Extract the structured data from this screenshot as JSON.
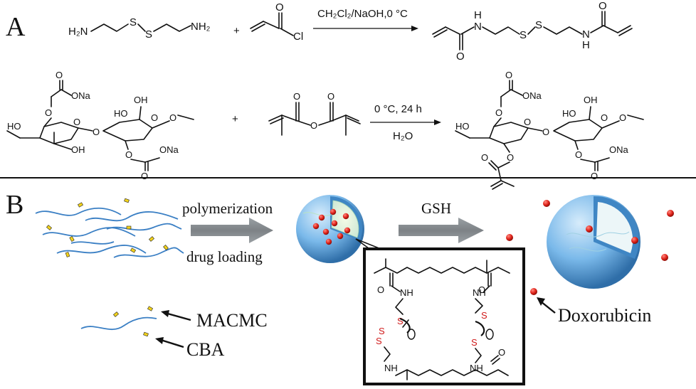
{
  "panels": {
    "a_label": "A",
    "b_label": "B"
  },
  "scheme_a": {
    "row1": {
      "reactant1": {
        "left_group": "H₂N",
        "s1": "S",
        "s2": "S",
        "right_group": "NH₂"
      },
      "plus": "+",
      "reactant2": {
        "carbonyl_o": "O",
        "cl": "Cl"
      },
      "condition": "CH₂Cl₂/NaOH,0 °C",
      "product": {
        "nh_top": "H",
        "n_top": "N",
        "s1": "S",
        "s2": "S",
        "n_bottom": "N",
        "nh_bottom": "H",
        "o_left": "O",
        "o_right": "O"
      }
    },
    "row2": {
      "cmc": {
        "group_top": "O",
        "ona_top": "ONa",
        "o_carbonyl_top": "O",
        "oh_left": "HO",
        "oh_mid": "OH",
        "ho_ring2": "HO",
        "oh_ring2": "OH",
        "bridge_o": "O",
        "ring_o1": "O",
        "ring_o2": "O",
        "tail_o": "O",
        "ona_bottom": "ONa",
        "o_bottom": "O",
        "o_carbonyl_bottom": "O"
      },
      "plus": "+",
      "anhydride": {
        "o1": "O",
        "o2": "O",
        "o3": "O"
      },
      "condition_top": "0 °C, 24 h",
      "condition_bottom": "H₂O",
      "product": {
        "ona_top": "ONa",
        "o_top": "O",
        "o_carbonyl_top": "O",
        "ho_left": "HO",
        "bridge_o": "O",
        "ring_o1": "O",
        "ring_o2": "O",
        "ho_ring2": "HO",
        "oh_ring2": "OH",
        "tail_o": "O",
        "ester_o": "O",
        "ester_carbonyl": "O",
        "ona_bottom": "ONa",
        "o_bottom": "O",
        "o_carbonyl_bottom": "O"
      }
    }
  },
  "scheme_b": {
    "arrow1_top": "polymerization",
    "arrow1_bottom": "drug loading",
    "arrow2_top": "GSH",
    "legend": {
      "macmc": "MACMC",
      "cba": "CBA"
    },
    "doxorubicin": "Doxorubicin",
    "inset": {
      "o_left_top": "O",
      "nh_left_top": "NH",
      "s_left_1": "S",
      "s_left_2": "S",
      "s_left_3": "S",
      "nh_left_bottom": "NH",
      "o_right_top": "O",
      "nh_right_top": "NH",
      "s_right_1": "S",
      "s_right_2": "S",
      "nh_right_bottom": "NH",
      "o_right_bottom": "O"
    }
  },
  "colors": {
    "sphere_blue": "#6fb2e8",
    "sphere_dark": "#2c6fb0",
    "drug_red": "#e0241b",
    "arrow_gray": "#8a8f93",
    "chain_blue": "#3a7fc4",
    "crosslinker_yellow": "#f2d21b",
    "sulfur_red": "#d01a1a"
  }
}
